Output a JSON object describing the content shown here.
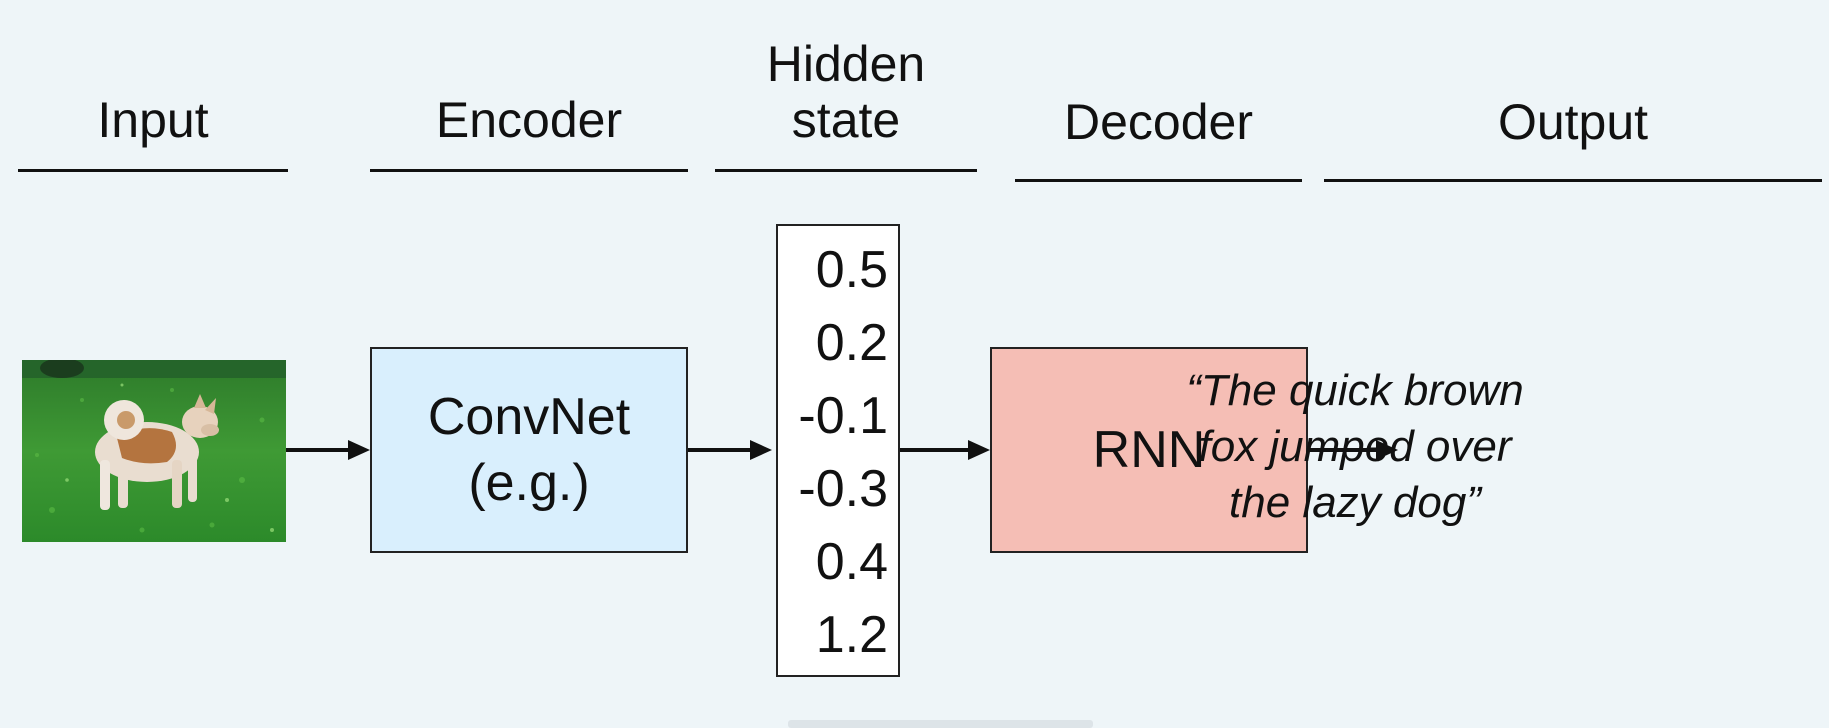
{
  "headings": {
    "input": "Input",
    "encoder": "Encoder",
    "hidden_state": "Hidden\nstate",
    "decoder": "Decoder",
    "output": "Output"
  },
  "encoder_box": {
    "label": "ConvNet\n(e.g.)",
    "fill_color": "#d9effd"
  },
  "hidden_state_vector": [
    "0.5",
    "0.2",
    "-0.1",
    "-0.3",
    "0.4",
    "1.2"
  ],
  "decoder_box": {
    "label": "RNN",
    "fill_color": "#f5beb5"
  },
  "output_caption": "“The quick brown\nfox jumped over\nthe lazy dog”",
  "colors": {
    "background": "#eef5f8",
    "line": "#111111"
  }
}
